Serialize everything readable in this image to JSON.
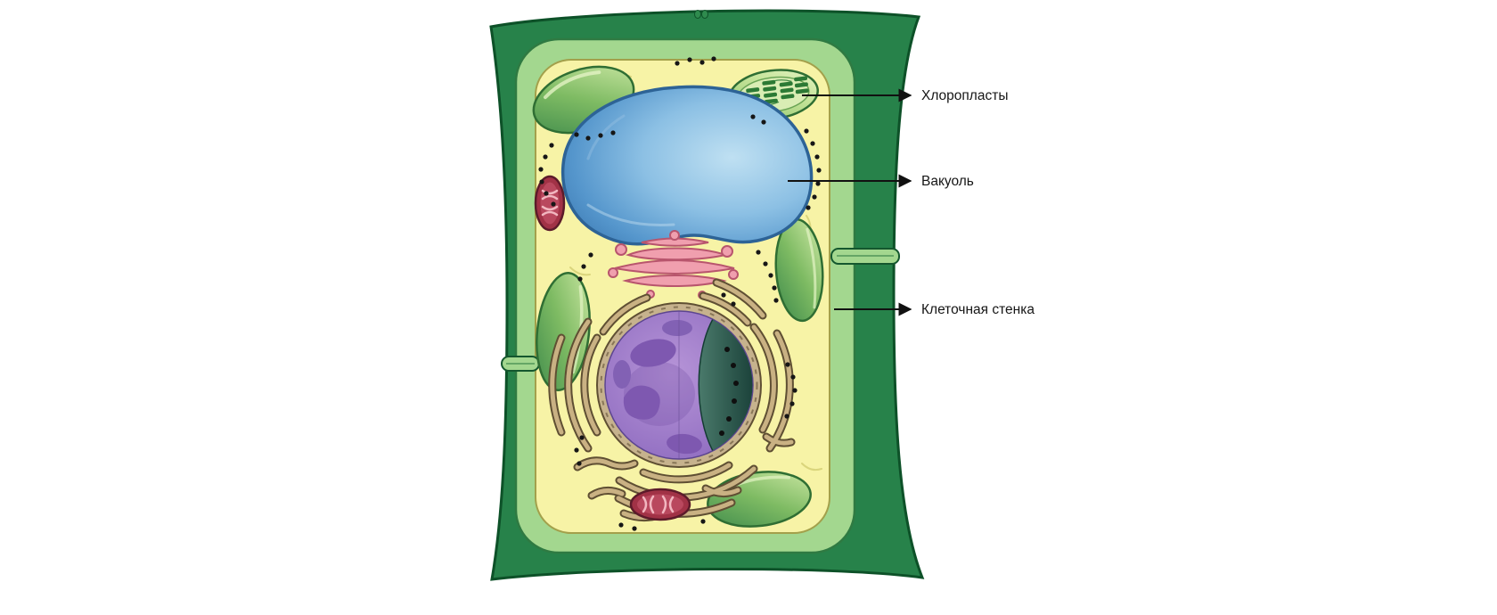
{
  "page": {
    "background": "#ffffff"
  },
  "diagram": {
    "type": "plant-cell",
    "labels": [
      {
        "text": "Хлоропласты",
        "target": "chloroplast"
      },
      {
        "text": "Вакуоль",
        "target": "vacuole"
      },
      {
        "text": "Клеточная стенка",
        "target": "cell-wall"
      }
    ],
    "colors": {
      "cell_wall": "#27824a",
      "cell_wall_outline": "#0d5128",
      "cell_membrane": "#a3d78f",
      "cytoplasm": "#f7f3a6",
      "vacuole": "#5596cc",
      "nucleus": "#9a77c6",
      "nucleus_cutaway": "#2e5c50",
      "chloroplast": "#7db95c",
      "grana": "#2c7a35",
      "mitochondrion": "#a13246",
      "golgi": "#f09fae",
      "endoplasmic_reticulum": "#c9b183",
      "ribosome": "#161616",
      "label_text": "#161616",
      "arrow": "#111111"
    }
  }
}
